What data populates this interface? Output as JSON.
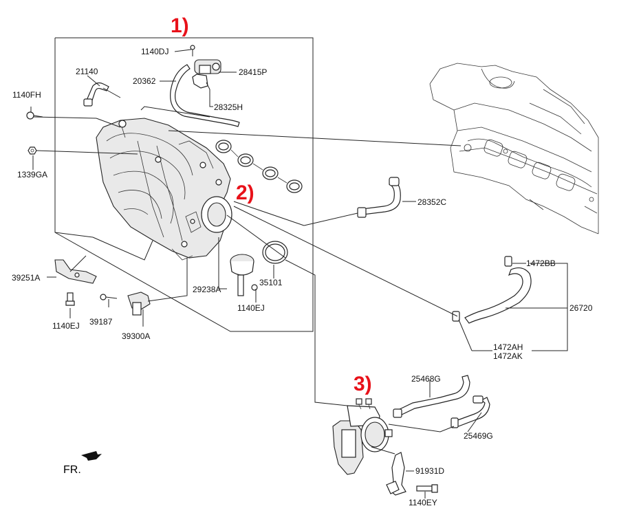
{
  "callouts": {
    "one": "1)",
    "two": "2)",
    "three": "3)",
    "color": "#e8121a"
  },
  "fr_label": "FR.",
  "labels": {
    "p1140DJ": "1140DJ",
    "p21140": "21140",
    "p20362": "20362",
    "p28415P": "28415P",
    "p1140FH": "1140FH",
    "p28325H": "28325H",
    "p1339GA": "1339GA",
    "p28352C": "28352C",
    "p1472BB": "1472BB",
    "p26720": "26720",
    "p39251A": "39251A",
    "p29238A": "29238A",
    "p35101": "35101",
    "p1140EJ_a": "1140EJ",
    "p1140EJ_b": "1140EJ",
    "p39187": "39187",
    "p39300A": "39300A",
    "p1472AH": "1472AH",
    "p1472AK": "1472AK",
    "p25468G": "25468G",
    "p25469G": "25469G",
    "p91931D": "91931D",
    "p1140EY": "1140EY"
  }
}
